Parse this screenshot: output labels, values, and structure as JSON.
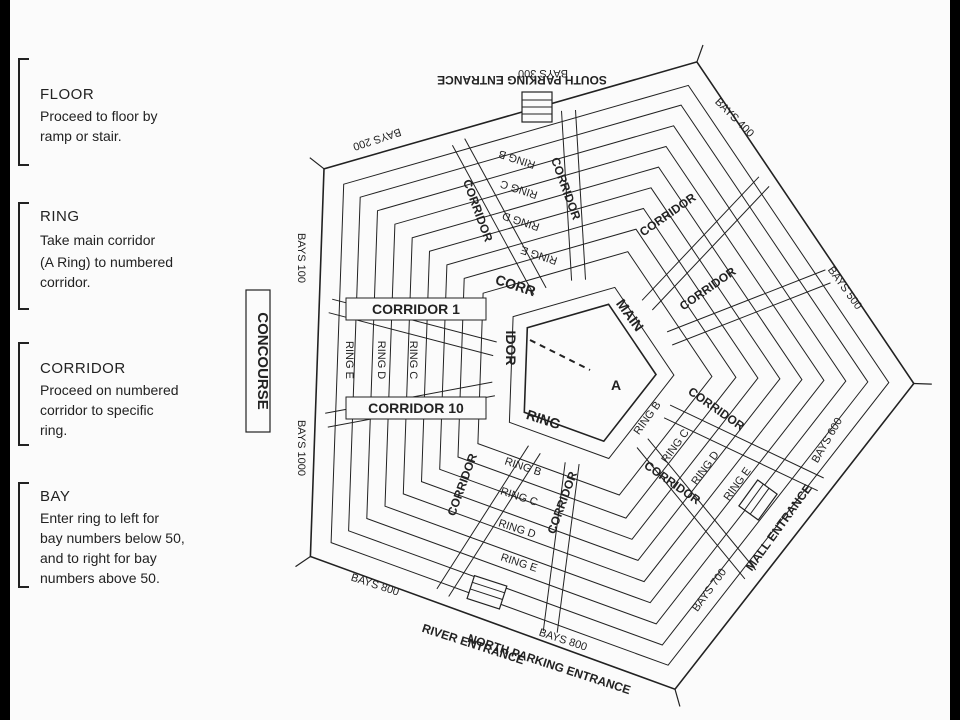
{
  "legend": [
    {
      "title": "FLOOR",
      "lines": [
        "Proceed to floor by",
        "ramp or stair."
      ]
    },
    {
      "title": "RING",
      "lines": [
        "Take main corridor",
        "(A Ring) to numbered",
        "corridor."
      ]
    },
    {
      "title": "CORRIDOR",
      "lines": [
        "Proceed on numbered",
        "corridor to specific",
        "ring."
      ]
    },
    {
      "title": "BAY",
      "lines": [
        "Enter ring to left for",
        "bay numbers below 50,",
        "and to right for bay",
        "numbers above 50."
      ]
    }
  ],
  "plan": {
    "concourse": "CONCOURSE",
    "corridor_1": "CORRIDOR 1",
    "corridor_10": "CORRIDOR 10",
    "main": "MAIN",
    "corr": "CORR",
    "idor": "IDOR",
    "ring_word": "RING",
    "ring_a": "A",
    "corridor_word": "CORRIDOR",
    "ring_labels_west": [
      "RING E",
      "RING D",
      "RING C"
    ],
    "ring_labels_north": [
      "RING B",
      "RING C",
      "RING D",
      "RING E"
    ],
    "ring_labels_south": [
      "RING B",
      "RING C",
      "RING D",
      "RING E"
    ],
    "ring_labels_east": [
      "RING B",
      "RING C",
      "RING D",
      "RING E"
    ],
    "bays_100": "BAYS 100",
    "bays_1000": "BAYS 1000",
    "bays_200": "BAYS 200",
    "bays_300": "BAYS 300",
    "bays_400": "BAYS 400",
    "bays_500": "BAYS 500",
    "bays_600": "BAYS 600",
    "bays_700": "BAYS 700",
    "bays_800_sw": "BAYS 800",
    "bays_800_s": "BAYS 800",
    "north_parking": "NORTH PARKING ENTRANCE",
    "river_entrance": "RIVER ENTRANCE",
    "south_parking": "SOUTH PARKING ENTRANCE",
    "mall_entrance": "MALL ENTRANCE"
  }
}
